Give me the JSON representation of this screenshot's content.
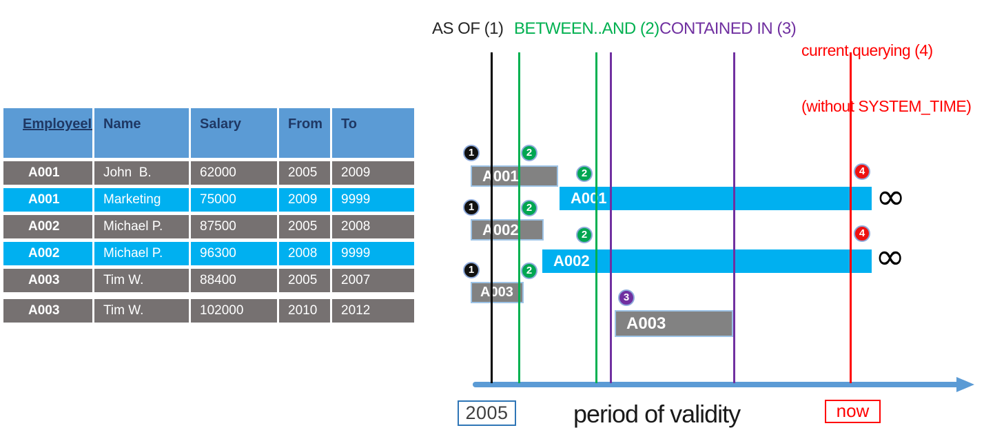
{
  "table": {
    "headers": [
      "EmployeeID",
      "Name",
      "Salary",
      "From",
      "To"
    ],
    "rows": [
      {
        "id": "A001",
        "name": "John  B.",
        "salary": "62000",
        "from": "2005",
        "to": "2009",
        "style": "gray"
      },
      {
        "id": "A001",
        "name": "Marketing",
        "salary": "75000",
        "from": "2009",
        "to": "9999",
        "style": "cyan"
      },
      {
        "id": "A002",
        "name": "Michael P.",
        "salary": "87500",
        "from": "2005",
        "to": "2008",
        "style": "gray"
      },
      {
        "id": "A002",
        "name": "Michael P.",
        "salary": "96300",
        "from": "2008",
        "to": "9999",
        "style": "cyan"
      },
      {
        "id": "A003",
        "name": "Tim W.",
        "salary": "88400",
        "from": "2005",
        "to": "2007",
        "style": "gray"
      },
      {
        "id": "A003",
        "name": "Tim W.",
        "salary": "102000",
        "from": "2010",
        "to": "2012",
        "style": "gray"
      }
    ]
  },
  "legend": {
    "as_of": "AS OF (1)",
    "between": "BETWEEN..AND (2)",
    "contained": "CONTAINED IN (3)",
    "current_line1": "current querying (4)",
    "current_line2": "(without SYSTEM_TIME)"
  },
  "bars": {
    "a001_past": "A001",
    "a001_current": "A001",
    "a002_past": "A002",
    "a002_current": "A002",
    "a003_past": "A003",
    "a003_later": "A003"
  },
  "badges": {
    "one": "1",
    "two": "2",
    "three": "3",
    "four": "4"
  },
  "infinity_symbol": "∞",
  "axis": {
    "start_label": "2005",
    "label": "period of validity",
    "end_label": "now"
  },
  "colors": {
    "as_of_line": "#000000",
    "between_line": "#00B050",
    "contained_line": "#7030A0",
    "current_line": "#FF0000",
    "table_header_bg": "#5B9BD5",
    "table_header_text": "#1F3864",
    "row_gray": "#767171",
    "row_cyan": "#00B0F0",
    "bar_gray": "#828282",
    "bar_cyan": "#00B0F0",
    "bar_border": "#9DC3E6",
    "axis_blue": "#5B9BD5",
    "box_2005_border": "#2E75B6",
    "box_now_border": "#FF0000"
  }
}
